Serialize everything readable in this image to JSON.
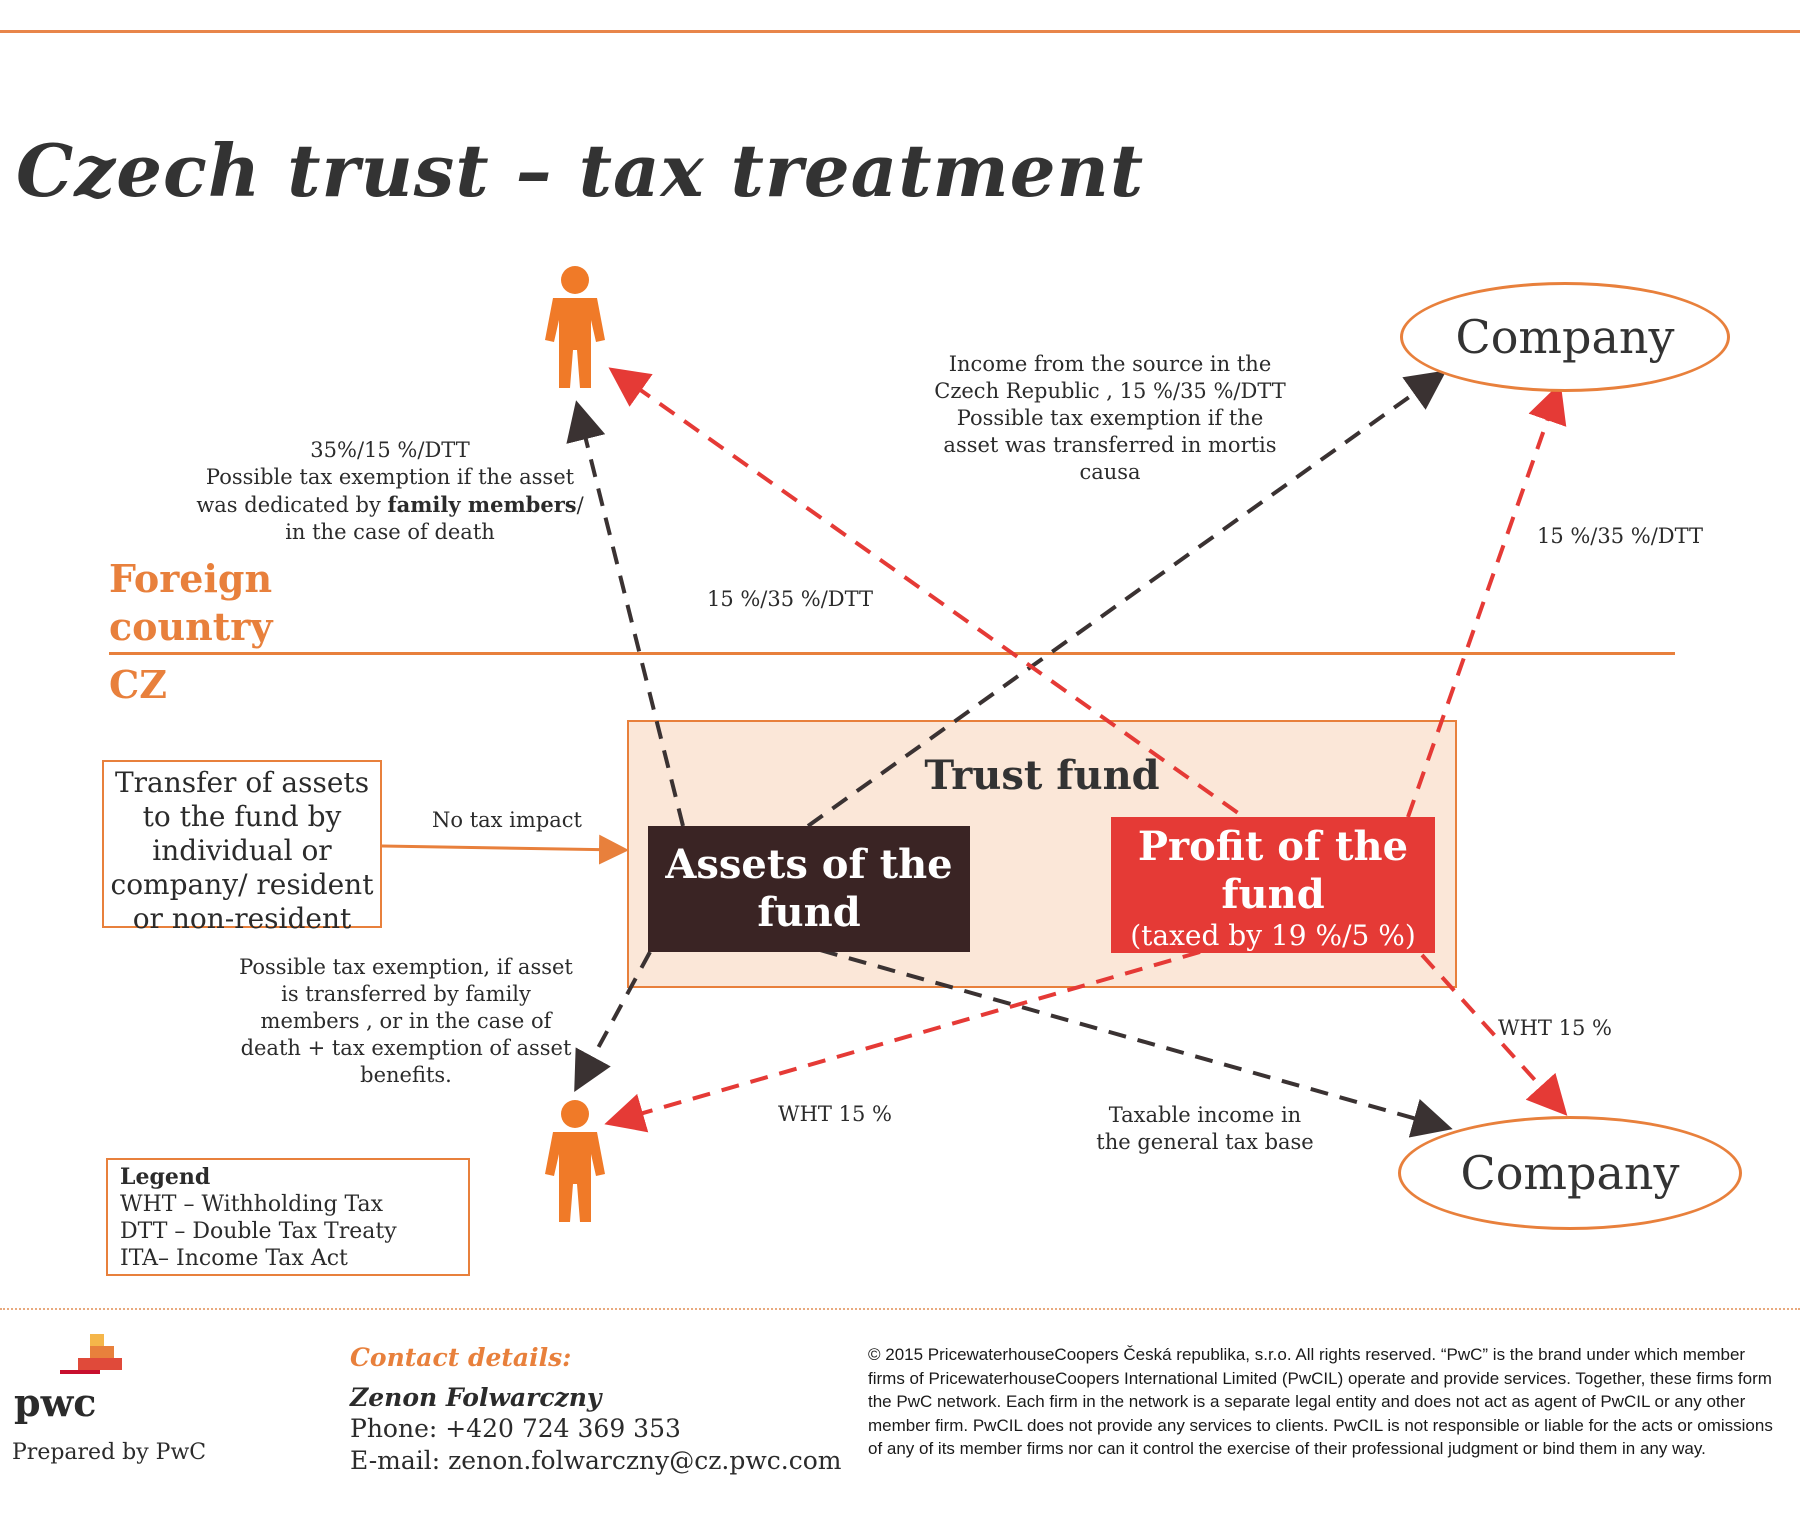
{
  "title": "Czech trust – tax treatment",
  "regions": {
    "foreign": "Foreign country",
    "domestic": "CZ"
  },
  "trust_fund": {
    "title": "Trust fund",
    "assets": "Assets of the fund",
    "profit_title": "Profit of the fund",
    "profit_sub": "(taxed by 19 %/5 %)"
  },
  "transfer_box": "Transfer of assets to the fund by individual or company/ resident or non-resident",
  "entities": {
    "company_top": "Company",
    "company_bottom": "Company"
  },
  "labels": {
    "no_tax_impact": "No tax impact",
    "foreign_person_note_line1": "35%/15 %/DTT",
    "foreign_person_note_line2": "Possible tax exemption if the asset",
    "foreign_person_note_line3a": "was dedicated by ",
    "foreign_person_note_line3b": "family members",
    "foreign_person_note_line3c": "/",
    "foreign_person_note_line4": "in the case of death",
    "foreign_company_note": "Income from the source in the Czech Republic , 15 %/35 %/DTT Possible tax exemption if the asset was transferred in mortis causa",
    "profit_to_foreign_person": "15 %/35 %/DTT",
    "profit_to_foreign_company": "15 %/35 %/DTT",
    "domestic_person_note": "Possible tax exemption, if asset is transferred by family members , or in the case of death + tax exemption of asset benefits.",
    "wht_person": "WHT 15 %",
    "wht_company": "WHT 15 %",
    "taxable_income": "Taxable income in the general tax base"
  },
  "legend": {
    "title": "Legend",
    "items": [
      "WHT – Withholding Tax",
      "DTT – Double Tax Treaty",
      "ITA– Income Tax Act"
    ]
  },
  "footer": {
    "logo": "pwc",
    "prepared_by": "Prepared by PwC",
    "contact_heading": "Contact details:",
    "contact_name": "Zenon Folwarczny",
    "phone": "Phone: +420 724 369 353",
    "email": "E-mail: zenon.folwarczny@cz.pwc.com",
    "copyright": "© 2015 PricewaterhouseCoopers Česká republika, s.r.o. All rights reserved. “PwC” is the brand under which member firms of PricewaterhouseCoopers International Limited (PwCIL) operate and provide services. Together, these firms form the PwC network. Each firm in the network is a separate legal entity and does not act as agent of PwCIL or any other member firm. PwCIL does not provide any services to clients. PwCIL is not responsible or liable for the acts or omissions of any of its member firms nor can it control the exercise of their professional judgment or bind them in any way."
  },
  "colors": {
    "orange": "#e8803c",
    "red": "#e53a36",
    "dark": "#3a2424",
    "fund_bg": "#fbe7d8"
  }
}
